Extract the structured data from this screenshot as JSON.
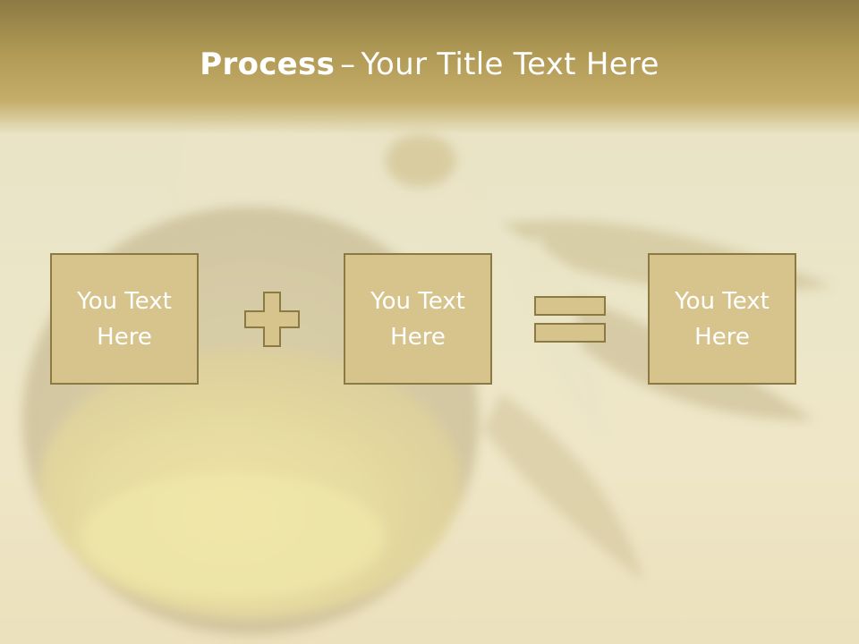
{
  "slide": {
    "title_bold": "Process",
    "title_sep": "–",
    "title_rest": "Your Title Text Here"
  },
  "process": {
    "boxes": [
      {
        "line1": "You Text",
        "line2": "Here"
      },
      {
        "line1": "You Text",
        "line2": "Here"
      },
      {
        "line1": "You Text",
        "line2": "Here"
      }
    ],
    "operators": [
      "plus-icon",
      "equals-icon"
    ]
  },
  "colors": {
    "title_band": "#b09a55",
    "box_fill": "#d6c48c",
    "box_border": "#8b7a44",
    "text": "#ffffff"
  }
}
